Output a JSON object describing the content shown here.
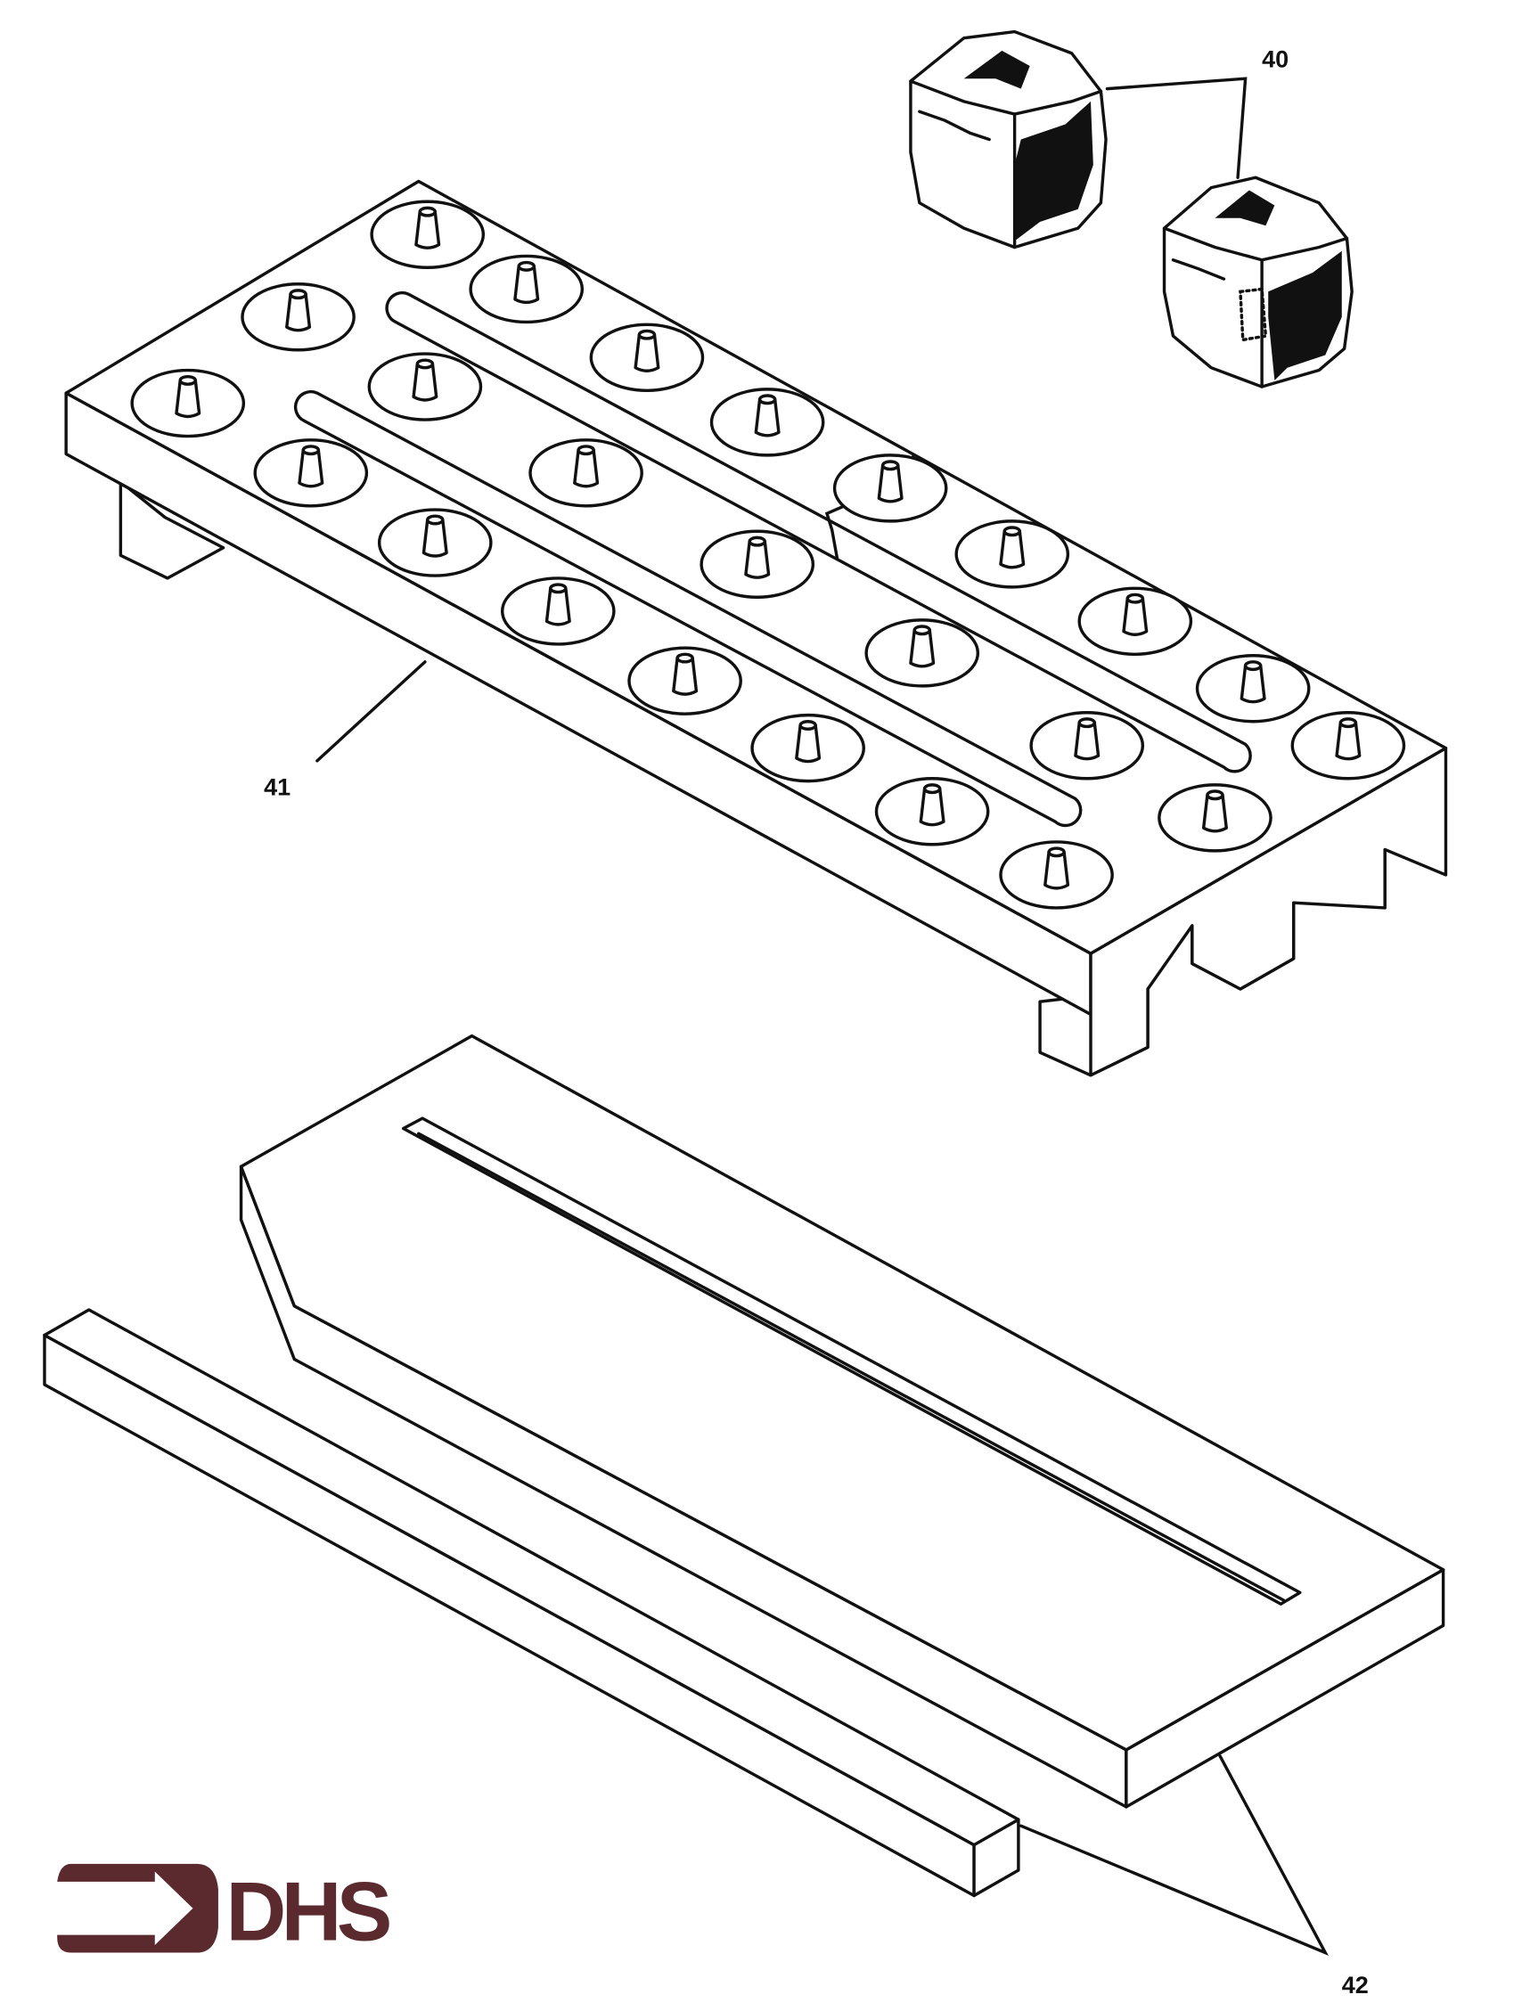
{
  "callouts": {
    "cubes": "40",
    "tray": "41",
    "plate_and_bar": "42"
  },
  "logo": {
    "text": "DHS",
    "color": "#5b2a2f"
  }
}
